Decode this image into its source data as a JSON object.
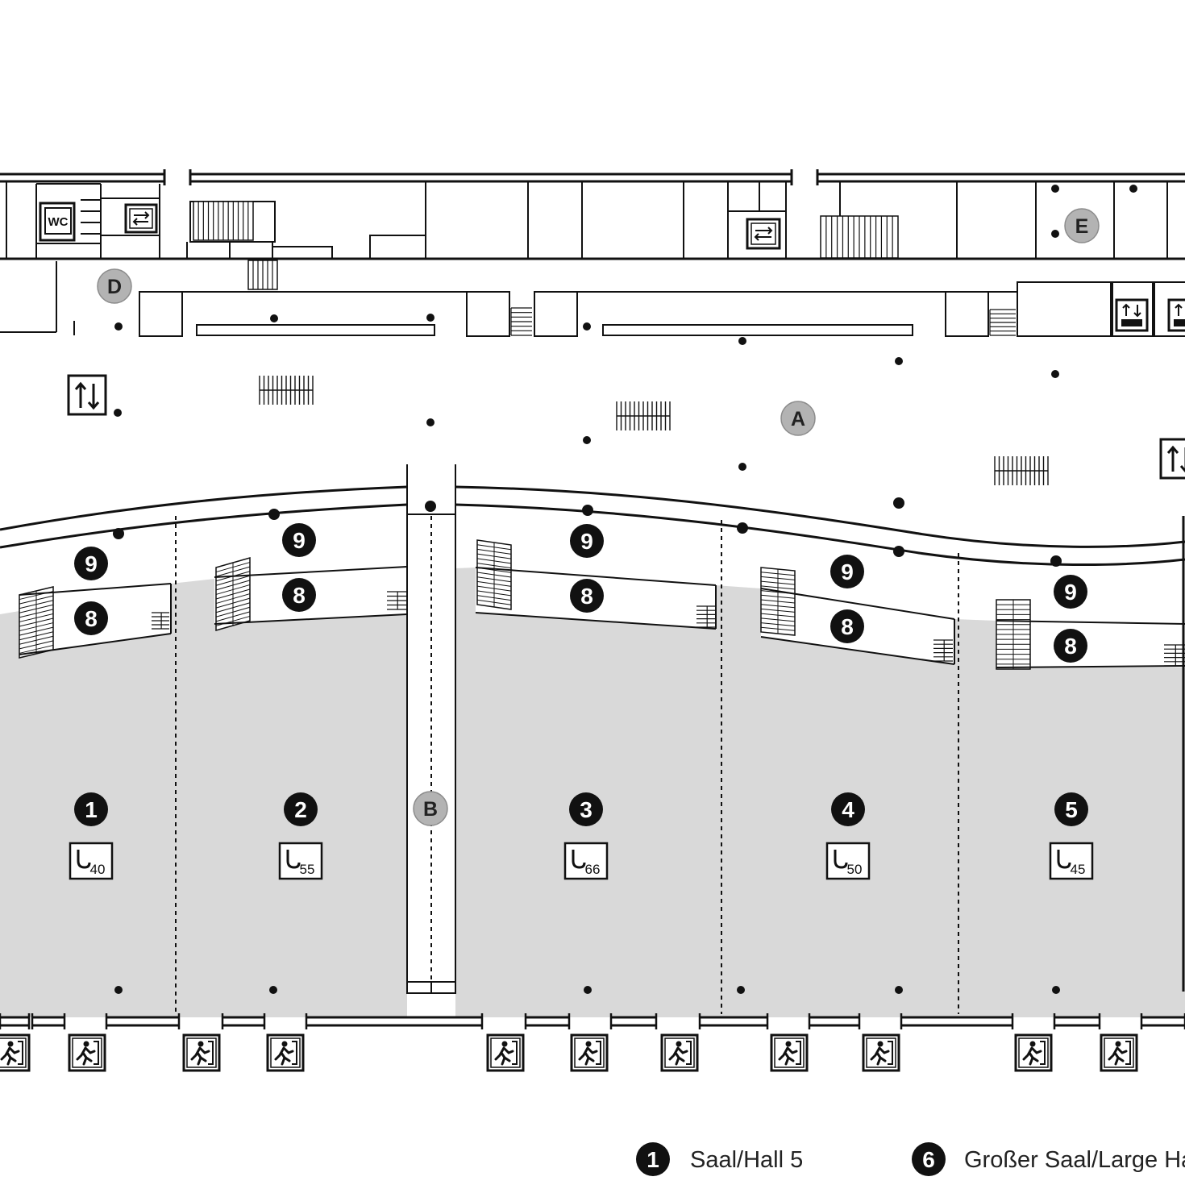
{
  "facilities": {
    "wc_label": "WC"
  },
  "markers": {
    "a": "A",
    "b": "B",
    "d": "D",
    "e": "E"
  },
  "halls": [
    {
      "number": "1",
      "capacity": "40"
    },
    {
      "number": "2",
      "capacity": "55"
    },
    {
      "number": "3",
      "capacity": "66"
    },
    {
      "number": "4",
      "capacity": "50"
    },
    {
      "number": "5",
      "capacity": "45"
    }
  ],
  "balcony_labels": {
    "upper": "9",
    "lower": "8"
  },
  "legend": [
    {
      "number": "1",
      "text": "Saal/Hall 5"
    },
    {
      "number": "6",
      "text": "Großer Saal/Large Ha"
    }
  ],
  "colors": {
    "hall_fill": "#d9d9d9",
    "marker_fill": "#b3b3b3",
    "badge_fill": "#111111"
  },
  "icons": [
    "elevator-icon",
    "escalator-icon",
    "crane-icon",
    "emergency-exit-icon",
    "stairs-icon",
    "wc-icon"
  ]
}
